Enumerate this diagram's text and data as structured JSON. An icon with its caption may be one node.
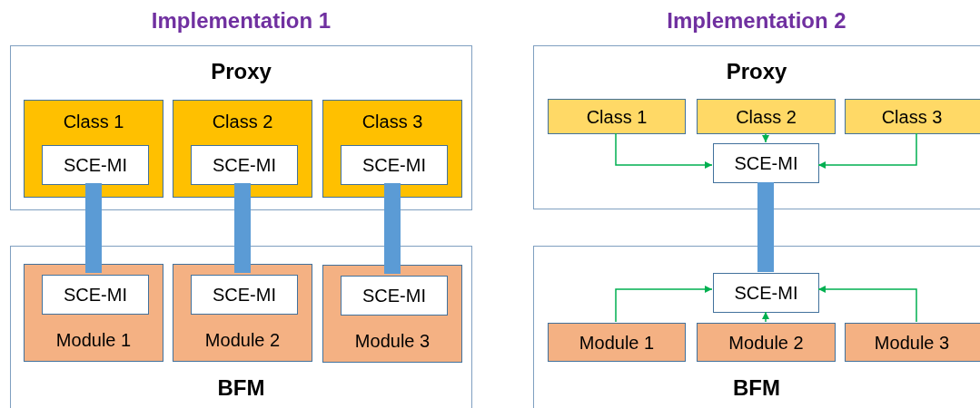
{
  "diagram": {
    "nodes": [
      {
        "text": [
          "Proxy"
        ]
      },
      {
        "text": [
          "Class 1"
        ],
        "in": 0
      },
      {
        "text": [
          "SCE-MI"
        ],
        "in": 1
      },
      {
        "text": [
          "Class 2"
        ],
        "in": 0
      },
      {
        "text": [
          "SCE-MI"
        ],
        "in": 3
      },
      {
        "text": [
          "Class 3"
        ],
        "in": 0
      },
      {
        "text": [
          "SCE-MI"
        ],
        "in": 5
      },
      {
        "text": [
          "BFM"
        ]
      },
      {
        "text": [
          "Module 1"
        ],
        "in": 7
      },
      {
        "text": [
          "SCE-MI"
        ],
        "in": 8
      },
      {
        "text": [
          "Module 2"
        ],
        "in": 7
      },
      {
        "text": [
          "SCE-MI"
        ],
        "in": 10
      },
      {
        "text": [
          "Module 3"
        ],
        "in": 7
      },
      {
        "text": [
          "SCE-MI"
        ],
        "in": 12
      },
      {
        "text": [
          "Proxy"
        ]
      },
      {
        "text": [
          "Class 1"
        ],
        "in": 14
      },
      {
        "text": [
          "Class 2"
        ],
        "in": 14
      },
      {
        "text": [
          "Class 3"
        ],
        "in": 14
      },
      {
        "text": [
          "SCE-MI"
        ],
        "in": 14
      },
      {
        "text": [
          "BFM"
        ]
      },
      {
        "text": [
          "SCE-MI"
        ],
        "in": 19
      },
      {
        "text": [
          "Module 1"
        ],
        "in": 19
      },
      {
        "text": [
          "Module 2"
        ],
        "in": 19
      },
      {
        "text": [
          "Module 3"
        ],
        "in": 19
      }
    ],
    "edges": [
      {
        "from": 2,
        "to": 9,
        "arrow": "none",
        "style": "thick",
        "color": "#5b9bd5"
      },
      {
        "from": 4,
        "to": 11,
        "arrow": "none",
        "style": "thick",
        "color": "#5b9bd5"
      },
      {
        "from": 6,
        "to": 13,
        "arrow": "none",
        "style": "thick",
        "color": "#5b9bd5"
      },
      {
        "from": 15,
        "to": 18,
        "arrow": "to"
      },
      {
        "from": 16,
        "to": 18,
        "arrow": "to"
      },
      {
        "from": 17,
        "to": 18,
        "arrow": "to"
      },
      {
        "from": 18,
        "to": 20,
        "arrow": "none",
        "style": "thick",
        "color": "#5b9bd5"
      },
      {
        "from": 21,
        "to": 20,
        "arrow": "to"
      },
      {
        "from": 22,
        "to": 20,
        "arrow": "to"
      },
      {
        "from": 23,
        "to": 20,
        "arrow": "to"
      }
    ],
    "labels": [
      "Implementation 1",
      "Implementation 2"
    ]
  }
}
